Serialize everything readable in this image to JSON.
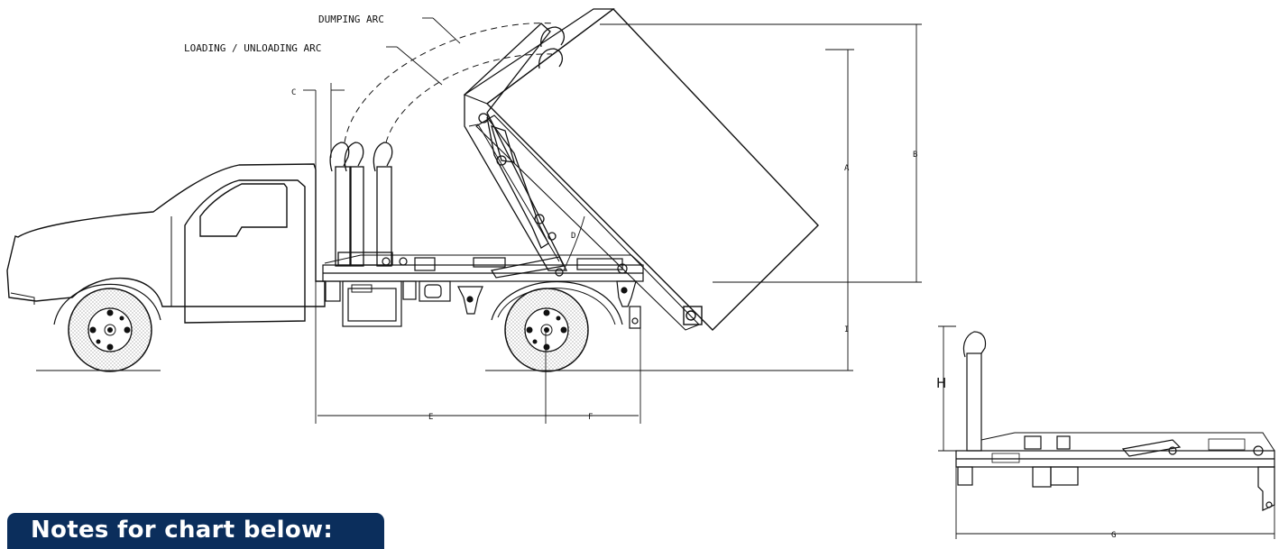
{
  "arc_labels": {
    "dumping": "DUMPING ARC",
    "loading": "LOADING / UNLOADING ARC"
  },
  "dimensions": {
    "a": "A",
    "b": "B",
    "c": "C",
    "d": "D",
    "e": "E",
    "f": "F",
    "g": "G",
    "h": "H",
    "i": "I"
  },
  "notes_banner": "Notes for chart below:",
  "colors": {
    "line": "#111111",
    "banner": "#0b2e5c",
    "banner_text": "#ffffff"
  }
}
